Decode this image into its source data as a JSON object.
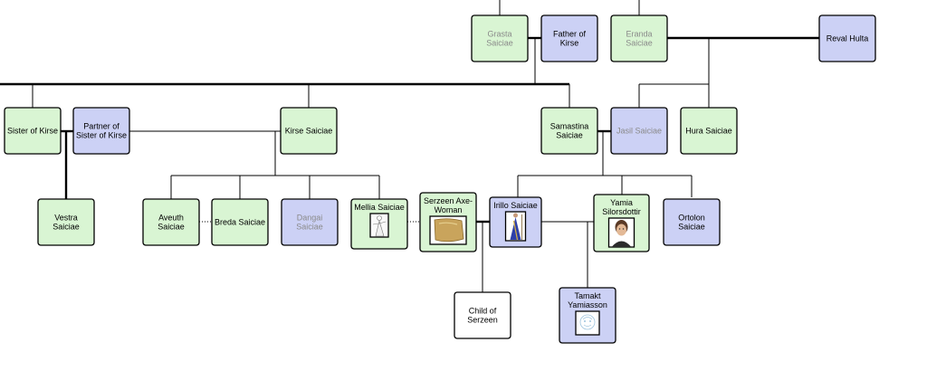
{
  "colors": {
    "female": "#d9f5d3",
    "male": "#ccd1f5",
    "unknown": "#ffffff",
    "muted_text": "#8a8a8a"
  },
  "people": [
    {
      "id": "grasta",
      "lines": [
        "Grasta",
        "Saiciae"
      ],
      "sex": "female",
      "muted": true
    },
    {
      "id": "father_kirse",
      "lines": [
        "Father of",
        "Kirse"
      ],
      "sex": "male"
    },
    {
      "id": "eranda",
      "lines": [
        "Eranda",
        "Saiciae"
      ],
      "sex": "female",
      "muted": true
    },
    {
      "id": "reval",
      "lines": [
        "Reval Hulta"
      ],
      "sex": "male"
    },
    {
      "id": "sister_kirse",
      "lines": [
        "Sister of Kirse"
      ],
      "sex": "female"
    },
    {
      "id": "partner_sister",
      "lines": [
        "Partner of",
        "Sister of Kirse"
      ],
      "sex": "male"
    },
    {
      "id": "kirse",
      "lines": [
        "Kirse Saiciae"
      ],
      "sex": "female"
    },
    {
      "id": "samastina",
      "lines": [
        "Samastina",
        "Saiciae"
      ],
      "sex": "female"
    },
    {
      "id": "jasil",
      "lines": [
        "Jasil Saiciae"
      ],
      "sex": "male",
      "muted": true
    },
    {
      "id": "hura",
      "lines": [
        "Hura Saiciae"
      ],
      "sex": "female"
    },
    {
      "id": "vestra",
      "lines": [
        "Vestra",
        "Saiciae"
      ],
      "sex": "female"
    },
    {
      "id": "aveuth",
      "lines": [
        "Aveuth",
        "Saiciae"
      ],
      "sex": "female"
    },
    {
      "id": "breda",
      "lines": [
        "Breda Saiciae"
      ],
      "sex": "female"
    },
    {
      "id": "dangai",
      "lines": [
        "Dangai",
        "Saiciae"
      ],
      "sex": "male",
      "muted": true
    },
    {
      "id": "mellia",
      "lines": [
        "Mellia Saiciae"
      ],
      "sex": "female",
      "portrait": "mellia-figure"
    },
    {
      "id": "serzeen",
      "lines": [
        "Serzeen Axe-",
        "Woman"
      ],
      "sex": "female",
      "portrait": "bracer"
    },
    {
      "id": "irillo",
      "lines": [
        "Irillo Saiciae"
      ],
      "sex": "male",
      "portrait": "robed-figure"
    },
    {
      "id": "yamia",
      "lines": [
        "Yamia",
        "Silorsdottir"
      ],
      "sex": "female",
      "portrait": "face"
    },
    {
      "id": "ortolon",
      "lines": [
        "Ortolon",
        "Saiciae"
      ],
      "sex": "male"
    },
    {
      "id": "child_serzeen",
      "lines": [
        "Child of",
        "Serzeen"
      ],
      "sex": "unknown"
    },
    {
      "id": "tamakt",
      "lines": [
        "Tamakt",
        "Yamiasson"
      ],
      "sex": "male",
      "portrait": "sketch"
    }
  ]
}
